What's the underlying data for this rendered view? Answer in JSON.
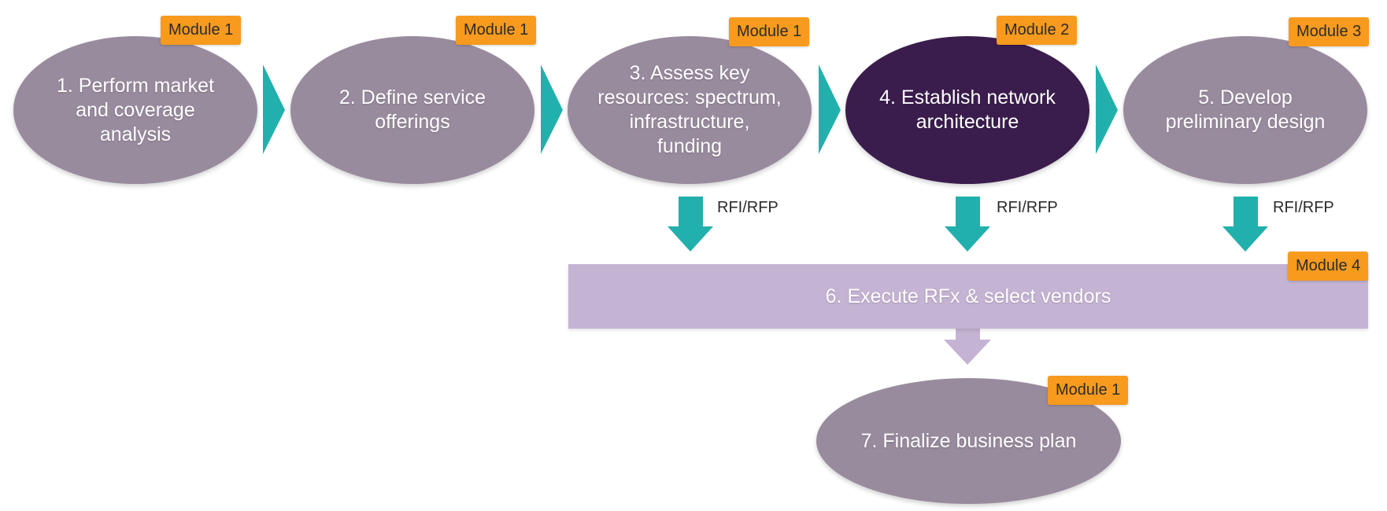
{
  "steps": [
    {
      "label": "1. Perform market and coverage analysis",
      "module": "Module 1"
    },
    {
      "label": "2. Define service offerings",
      "module": "Module 1"
    },
    {
      "label": "3. Assess key resources: spectrum, infrastructure, funding",
      "module": "Module 1"
    },
    {
      "label": "4. Establish network architecture",
      "module": "Module 2"
    },
    {
      "label": "5. Develop preliminary design",
      "module": "Module 3"
    }
  ],
  "rfx": {
    "label": "6. Execute RFx & select vendors",
    "module": "Module 4",
    "input_label": "RFI/RFP"
  },
  "final": {
    "label": "7. Finalize business plan",
    "module": "Module 1"
  },
  "colors": {
    "step_fill": "#998b9e",
    "active_step_fill": "#3b1d4d",
    "module_badge": "#f79a1e",
    "arrow_teal": "#22b0ad",
    "rfx_banner": "#c5b3d3"
  }
}
